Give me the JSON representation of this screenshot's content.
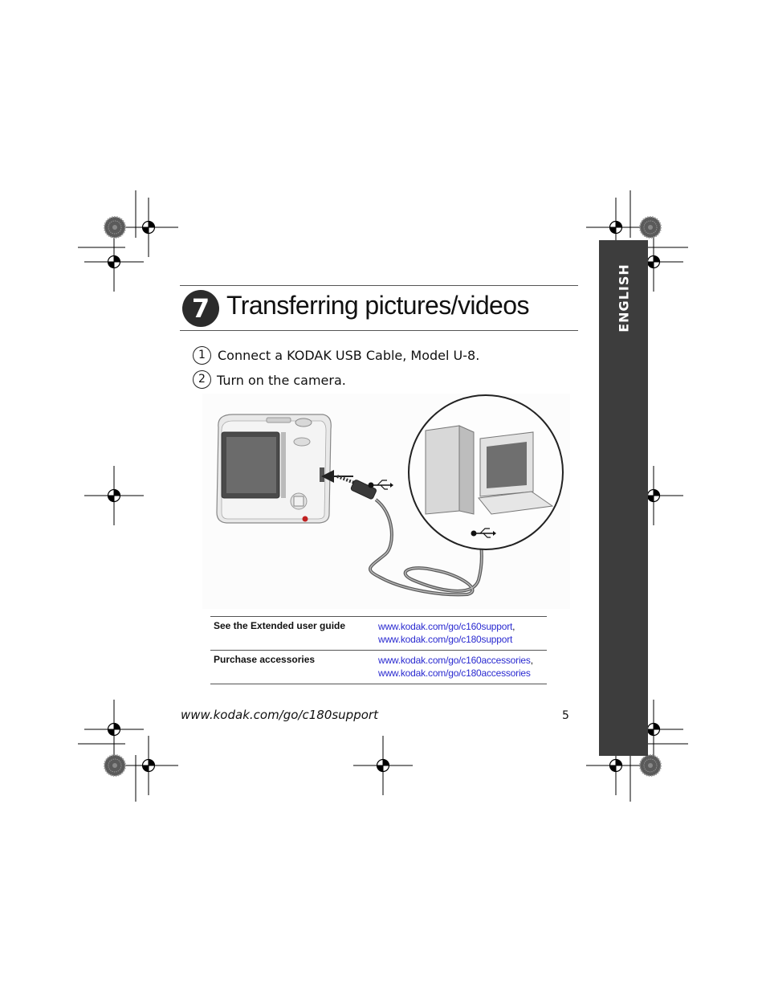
{
  "side_tab": {
    "label": "ENGLISH"
  },
  "section": {
    "number": "7",
    "title": "Transferring pictures/videos"
  },
  "steps": [
    {
      "number": "1",
      "text": "Connect a KODAK USB Cable, Model U-8."
    },
    {
      "number": "2",
      "text": "Turn on the camera."
    }
  ],
  "illustration": {
    "usb_symbol": "usb-icon"
  },
  "reference_table": [
    {
      "label": "See the Extended user guide",
      "link1": "www.kodak.com/go/c160support",
      "sep": ",",
      "link2": "www.kodak.com/go/c180support"
    },
    {
      "label": "Purchase accessories",
      "link1": "www.kodak.com/go/c160accessories",
      "sep": ",",
      "link2": "www.kodak.com/go/c180accessories"
    }
  ],
  "footer": {
    "url": "www.kodak.com/go/c180support",
    "page_number": "5"
  },
  "colors": {
    "side_tab": "#3d3d3d",
    "link": "#2a2ad0",
    "badge": "#2b2b2b"
  }
}
